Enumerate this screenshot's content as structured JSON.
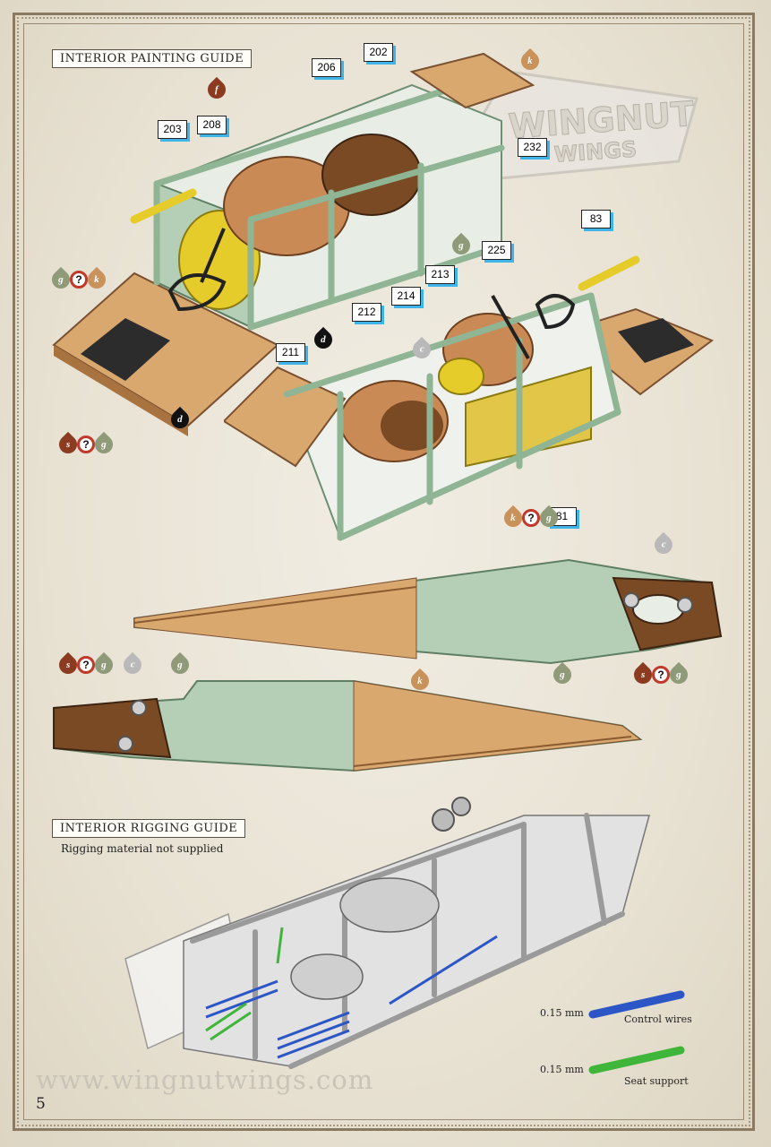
{
  "sections": {
    "painting_title": "INTERIOR PAINTING GUIDE",
    "rigging_title": "INTERIOR RIGGING GUIDE",
    "rigging_note": "Rigging material not supplied"
  },
  "watermark": {
    "line1": "WINGNUT",
    "line2": "WINGS"
  },
  "callouts": {
    "c202": "202",
    "c206": "206",
    "c203": "203",
    "c208": "208",
    "c232": "232",
    "c83": "83",
    "c225": "225",
    "c213": "213",
    "c214": "214",
    "c212": "212",
    "c211": "211",
    "c81": "81"
  },
  "paint_codes": {
    "k": "k",
    "f": "f",
    "g": "g",
    "d": "d",
    "s": "s",
    "c": "c",
    "q": "?"
  },
  "legend": {
    "control_size": "0.15 mm",
    "control_label": "Control wires",
    "seat_size": "0.15 mm",
    "seat_label": "Seat support"
  },
  "colors": {
    "pale_green": "#b4cfb6",
    "wood": "#d7a46e",
    "dark_wood": "#7a4a25",
    "yellow": "#e6cc2a",
    "control_wire": "#2c55c6",
    "seat_support": "#3fb53a",
    "callout_shadow": "#3fb4e8",
    "q_ring": "#c0392b"
  },
  "footer": {
    "url": "www.wingnutwings.com",
    "page": "5"
  }
}
